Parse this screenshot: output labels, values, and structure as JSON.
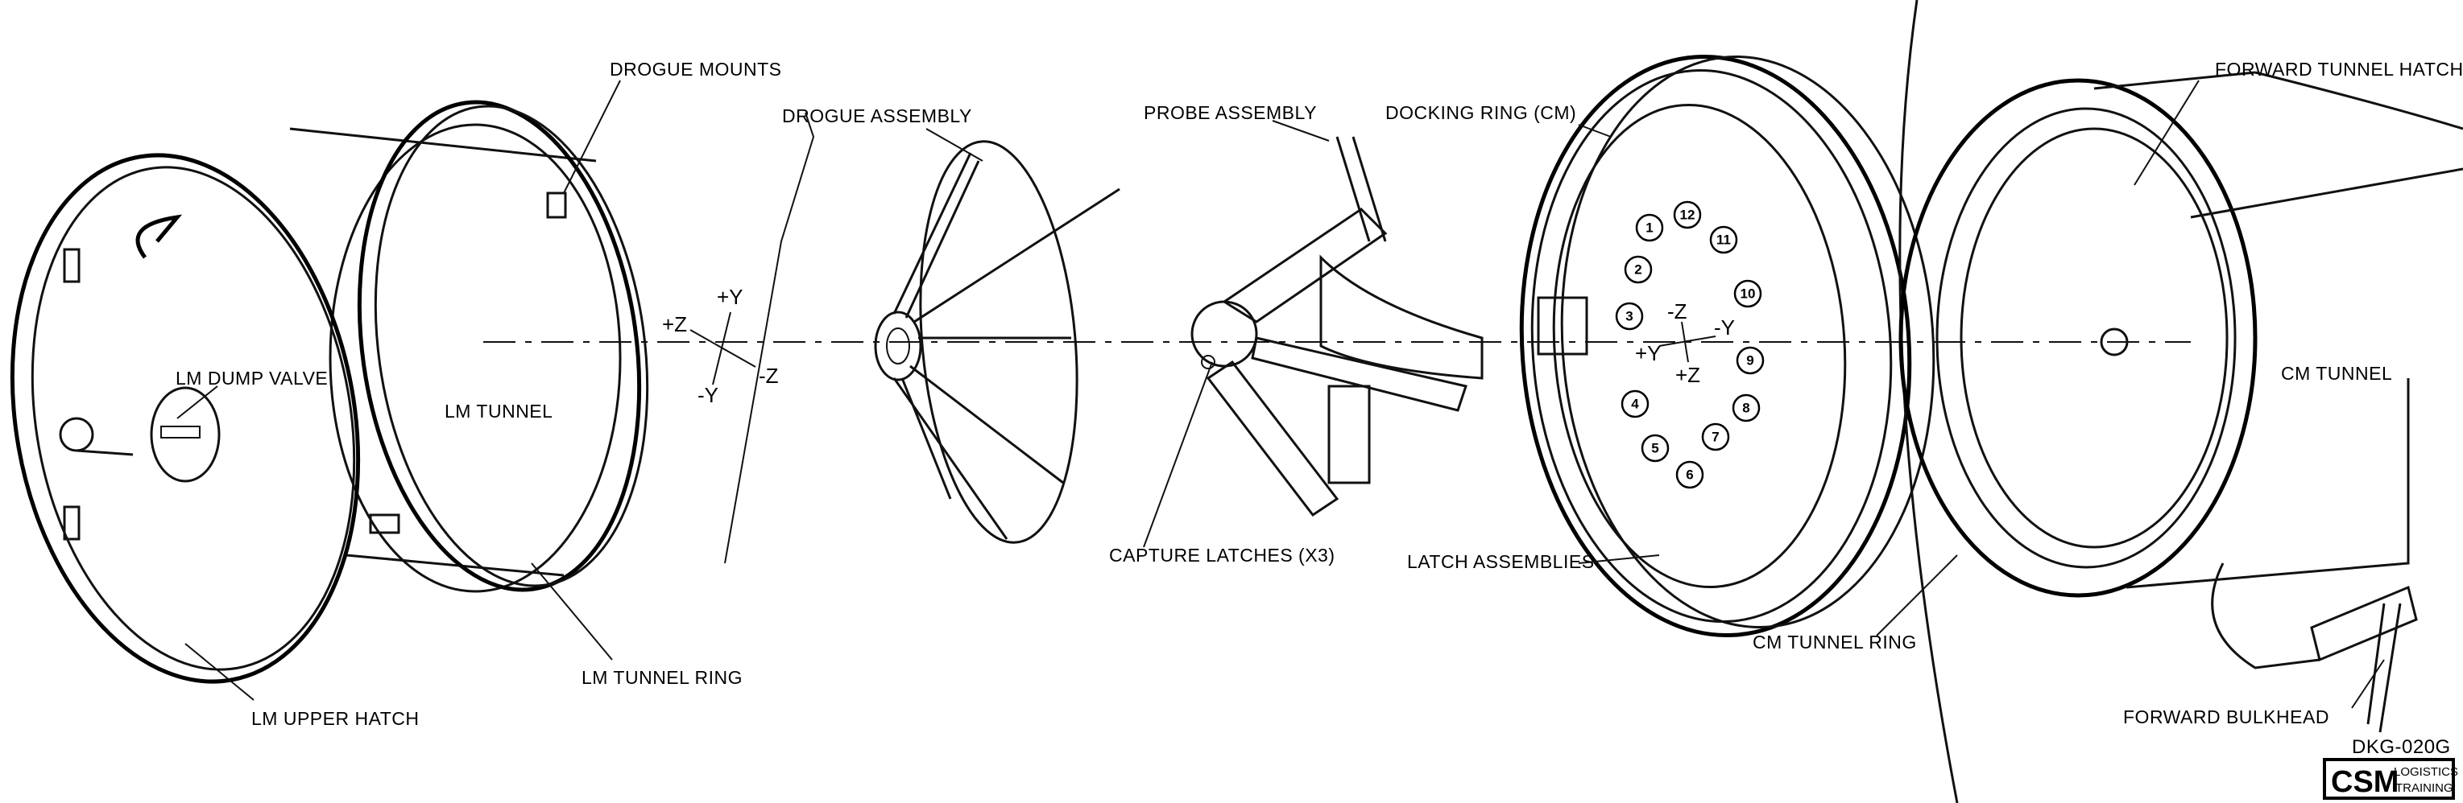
{
  "labels": {
    "drogue_mounts": "DROGUE MOUNTS",
    "drogue_assembly": "DROGUE ASSEMBLY",
    "probe_assembly": "PROBE ASSEMBLY",
    "docking_ring": "DOCKING RING (CM)",
    "forward_tunnel_hatch": "FORWARD TUNNEL HATCH",
    "lm_dump_valve": "LM DUMP VALVE",
    "lm_tunnel": "LM TUNNEL",
    "cm_tunnel": "CM TUNNEL",
    "capture_latches": "CAPTURE LATCHES (X3)",
    "latch_assemblies": "LATCH ASSEMBLIES",
    "lm_upper_hatch": "LM UPPER HATCH",
    "lm_tunnel_ring": "LM TUNNEL RING",
    "cm_tunnel_ring": "CM TUNNEL RING",
    "forward_bulkhead": "FORWARD BULKHEAD"
  },
  "axes_lm": {
    "plus_y": "+Y",
    "minus_y": "-Y",
    "plus_z": "+Z",
    "minus_z": "-Z"
  },
  "axes_ring": {
    "plus_y": "+Y",
    "minus_y": "-Y",
    "plus_z": "+Z",
    "minus_z": "-Z"
  },
  "latch_numbers": [
    "1",
    "2",
    "3",
    "4",
    "5",
    "6",
    "7",
    "8",
    "9",
    "10",
    "11",
    "12"
  ],
  "drawing_id": "DKG-020G",
  "logo": {
    "main": "CSM",
    "line1": "LOGISTICS",
    "line2": "TRAINING"
  }
}
